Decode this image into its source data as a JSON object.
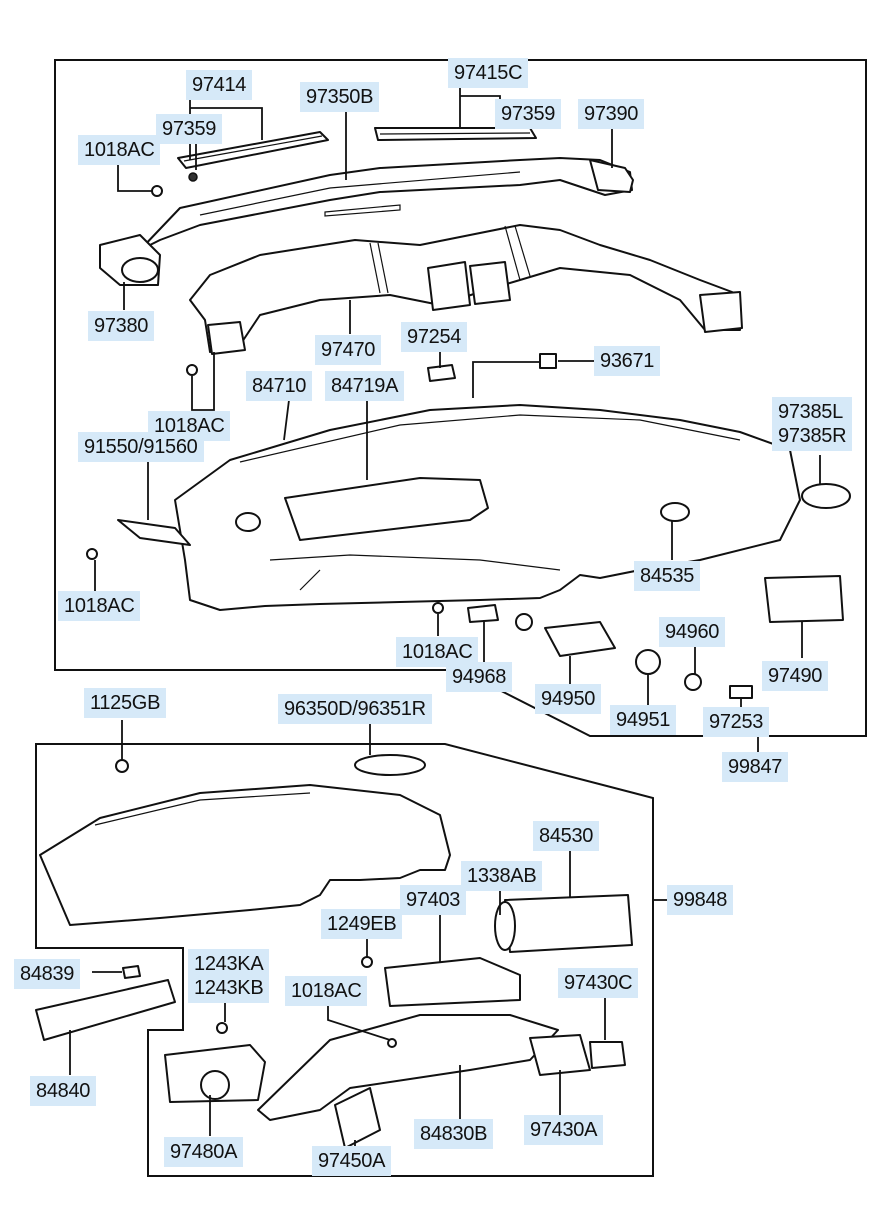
{
  "parts": {
    "p97414": "97414",
    "p97415c": "97415C",
    "p97350b": "97350B",
    "p97359a": "97359",
    "p97359b": "97359",
    "p97390": "97390",
    "p1018ac_a": "1018AC",
    "p97380": "97380",
    "p97470": "97470",
    "p97254": "97254",
    "p93671": "93671",
    "p1018ac_b": "1018AC",
    "p84710": "84710",
    "p84719a": "84719A",
    "p97385l": "97385L",
    "p97385r": "97385R",
    "p91550": "91550/91560",
    "p1018ac_c": "1018AC",
    "p84535": "84535",
    "p94960": "94960",
    "p1018ac_d": "1018AC",
    "p94968": "94968",
    "p94950": "94950",
    "p97490": "97490",
    "p94951": "94951",
    "p97253": "97253",
    "p99847": "99847",
    "p1125gb": "1125GB",
    "p96350d": "96350D/96351R",
    "p84530": "84530",
    "p1338ab": "1338AB",
    "p99848": "99848",
    "p97403": "97403",
    "p1249eb": "1249EB",
    "p84839": "84839",
    "p1243ka": "1243KA",
    "p1243kb": "1243KB",
    "p1018ac_e": "1018AC",
    "p97430c": "97430C",
    "p84840": "84840",
    "p97480a": "97480A",
    "p84830b": "84830B",
    "p97430a": "97430A",
    "p97450a": "97450A"
  },
  "colors": {
    "label_bg": "#d6e9f8",
    "line": "#111111",
    "background": "#ffffff"
  }
}
